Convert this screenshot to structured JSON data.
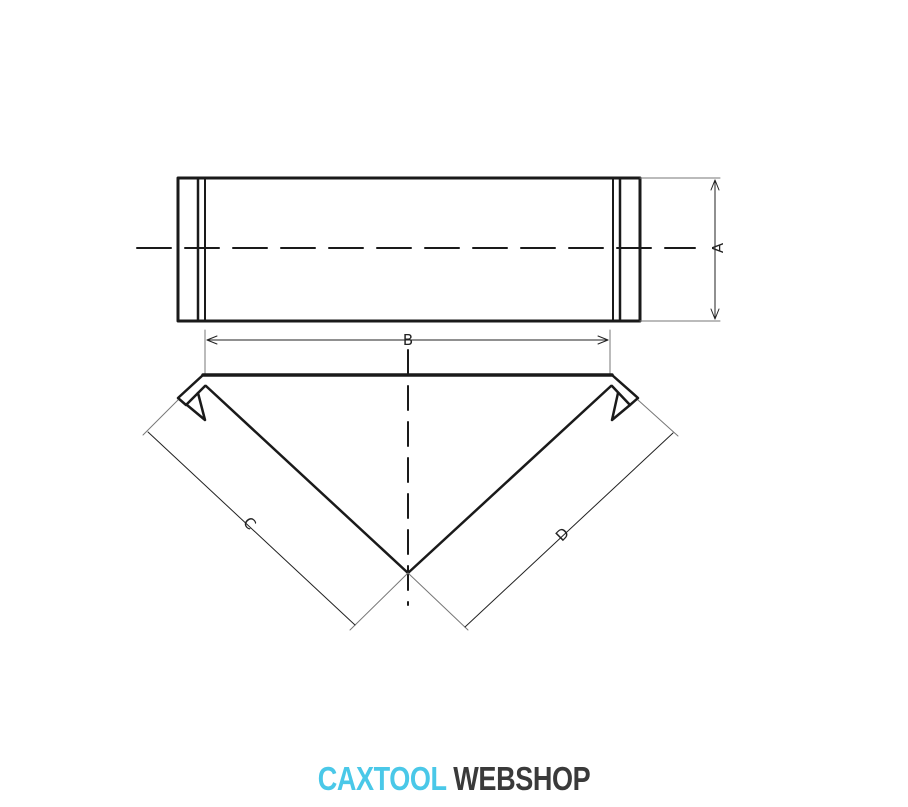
{
  "drawing": {
    "dimension_labels": {
      "a": "A",
      "b": "B",
      "c": "C",
      "d": "D"
    }
  },
  "logo": {
    "part1": "CAXTOOL",
    "part2": "WEBSHOP"
  },
  "colors": {
    "logo_accent": "#4ac8e8",
    "logo_dark": "#3a3a3a",
    "line": "#1a1a1a"
  }
}
